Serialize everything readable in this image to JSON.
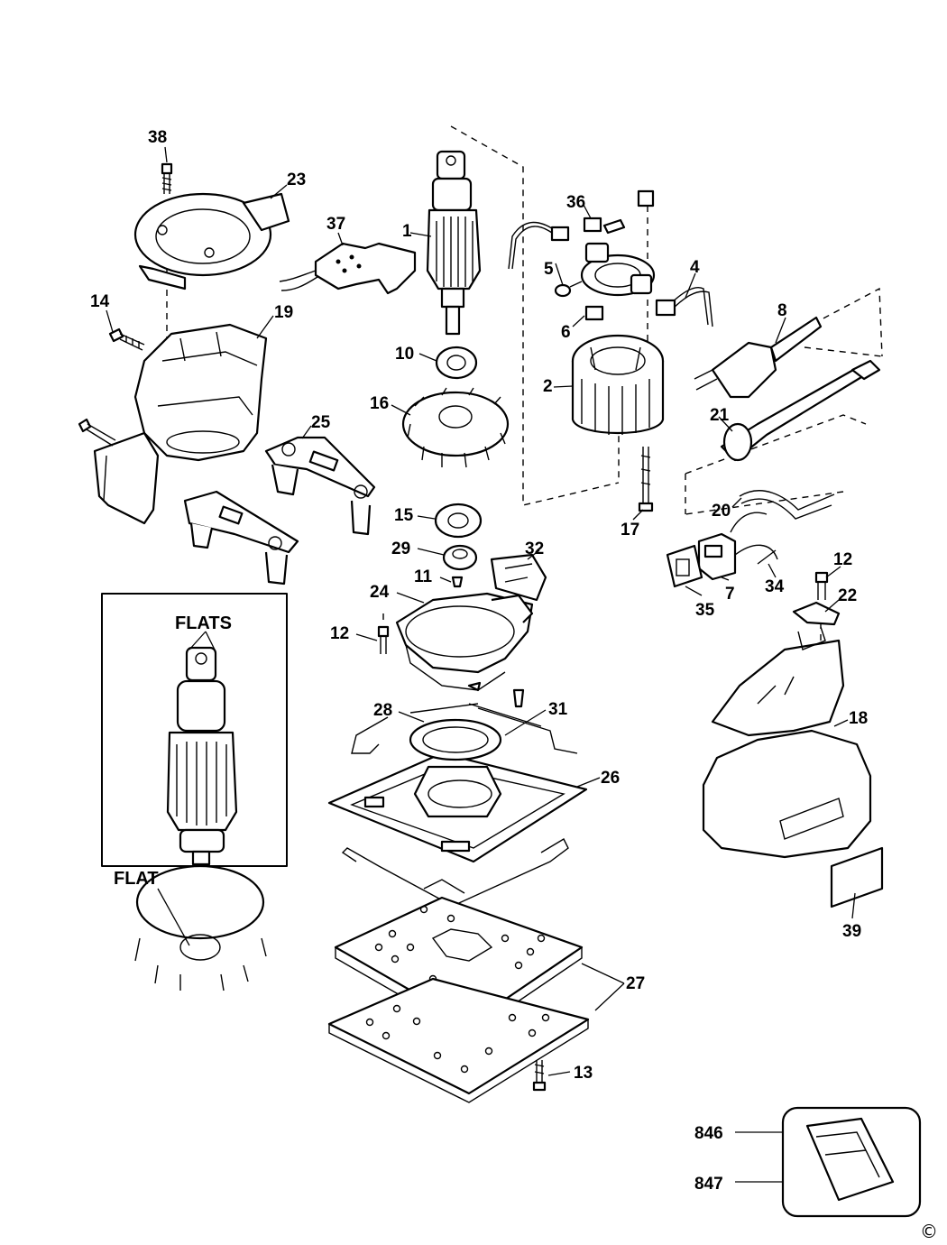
{
  "callouts": {
    "c1": "1",
    "c2": "2",
    "c4": "4",
    "c5": "5",
    "c6": "6",
    "c7": "7",
    "c8": "8",
    "c10": "10",
    "c11": "11",
    "c12a": "12",
    "c12b": "12",
    "c13": "13",
    "c14": "14",
    "c15": "15",
    "c16": "16",
    "c17": "17",
    "c18": "18",
    "c19": "19",
    "c20": "20",
    "c21": "21",
    "c22": "22",
    "c23": "23",
    "c24": "24",
    "c25": "25",
    "c26": "26",
    "c27": "27",
    "c28": "28",
    "c29": "29",
    "c31": "31",
    "c32": "32",
    "c34": "34",
    "c35": "35",
    "c36": "36",
    "c37": "37",
    "c38": "38",
    "c39": "39",
    "c846": "846",
    "c847": "847"
  },
  "inset": {
    "flats_label": "FLATS",
    "flat_label": "FLAT"
  },
  "copyright": "©"
}
